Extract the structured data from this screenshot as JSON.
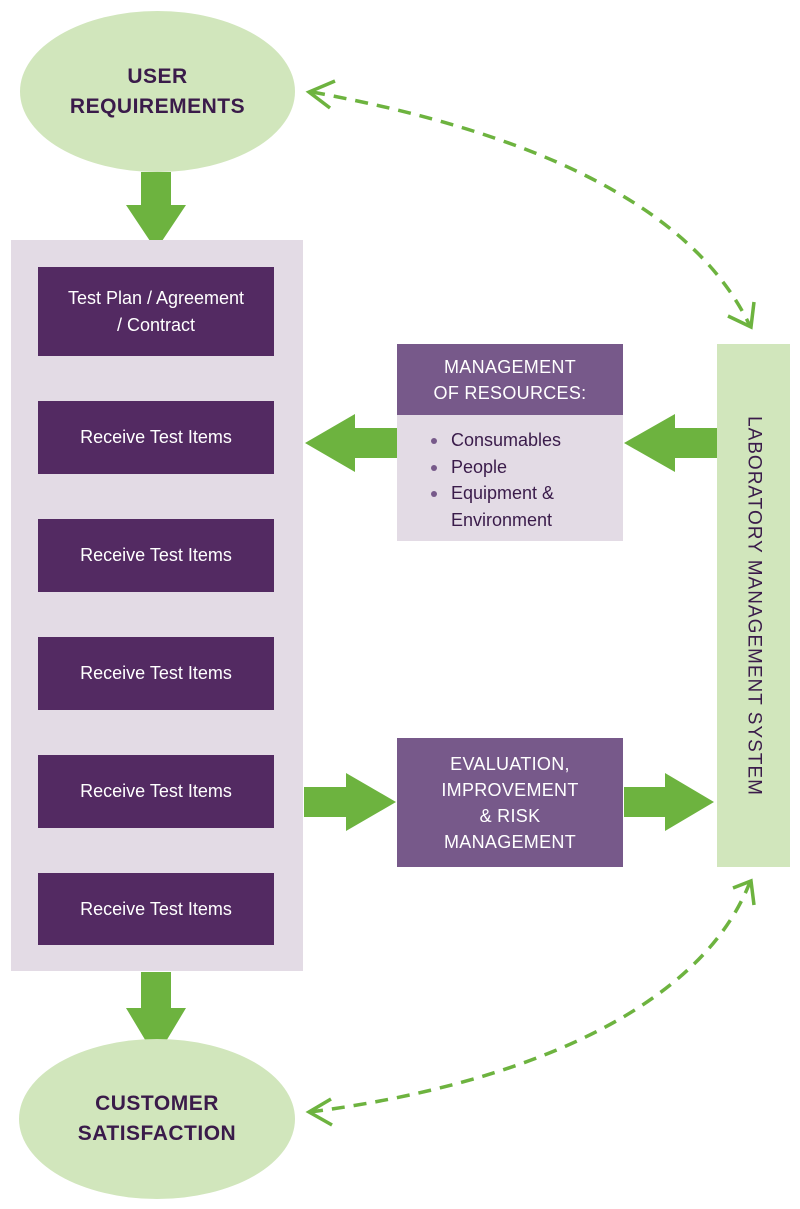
{
  "colors": {
    "light_green": "#d1e6bc",
    "arrow_green": "#6db33f",
    "dark_purple": "#532a62",
    "medium_purple": "#77598a",
    "panel_purple": "#e3dbe5",
    "text_purple": "#3a1b4a",
    "white": "#ffffff"
  },
  "user_requirements": {
    "line1": "USER",
    "line2": "REQUIREMENTS"
  },
  "customer_satisfaction": {
    "line1": "CUSTOMER",
    "line2": "SATISFACTION"
  },
  "process_steps": [
    {
      "line1": "Test Plan / Agreement",
      "line2": "/ Contract"
    },
    {
      "line1": "Receive Test Items"
    },
    {
      "line1": "Receive Test Items"
    },
    {
      "line1": "Receive Test Items"
    },
    {
      "line1": "Receive Test Items"
    },
    {
      "line1": "Receive Test Items"
    }
  ],
  "resources": {
    "heading_line1": "MANAGEMENT",
    "heading_line2": "OF RESOURCES:",
    "items": [
      {
        "line1": "Consumables"
      },
      {
        "line1": "People"
      },
      {
        "line1": "Equipment &",
        "line2": "Environment"
      }
    ]
  },
  "evaluation": {
    "line1": "EVALUATION,",
    "line2": "IMPROVEMENT",
    "line3": "& RISK",
    "line4": "MANAGEMENT"
  },
  "lms": {
    "label": "LABORATORY MANAGEMENT SYSTEM"
  }
}
